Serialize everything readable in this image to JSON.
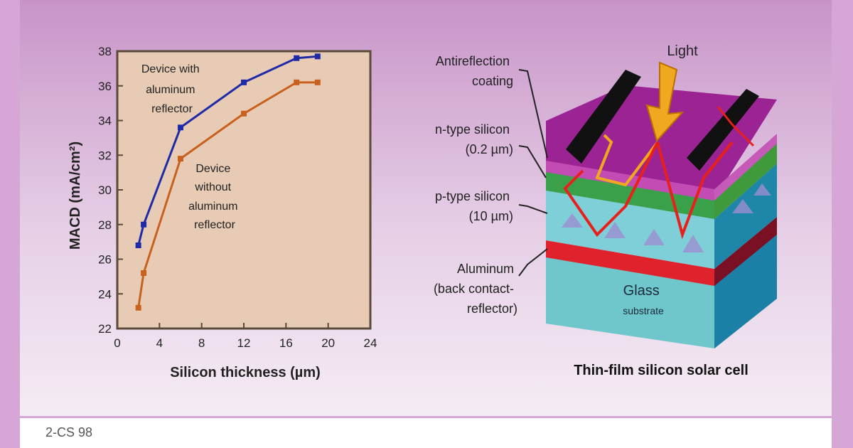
{
  "chart_data": {
    "type": "line",
    "xlabel": "Silicon thickness (µm)",
    "ylabel": "MACD (mA/cm²)",
    "xlim": [
      0,
      24
    ],
    "ylim": [
      22,
      38
    ],
    "xticks": [
      "0",
      "4",
      "8",
      "12",
      "16",
      "20",
      "24"
    ],
    "yticks": [
      "22",
      "24",
      "26",
      "28",
      "30",
      "32",
      "34",
      "36",
      "38"
    ],
    "series": [
      {
        "name": "Device with aluminum reflector",
        "color": "#1f2aa8",
        "x": [
          2,
          2.5,
          6,
          12,
          17,
          19
        ],
        "y": [
          26.8,
          28.0,
          33.6,
          36.2,
          37.6,
          37.7
        ]
      },
      {
        "name": "Device without aluminum reflector",
        "color": "#c8601e",
        "x": [
          2,
          2.5,
          6,
          12,
          17,
          19
        ],
        "y": [
          23.2,
          25.2,
          31.8,
          34.4,
          36.2,
          36.2
        ]
      }
    ],
    "annotations": [
      {
        "lines": [
          "Device with",
          "aluminum",
          "reflector"
        ]
      },
      {
        "lines": [
          "Device",
          "without",
          "aluminum",
          "reflector"
        ]
      }
    ],
    "plot_background": "#e8cbb4"
  },
  "diagram": {
    "title": "Thin-film silicon solar cell",
    "light_label": "Light",
    "labels": [
      {
        "lines": [
          "Antireflection",
          "coating"
        ]
      },
      {
        "lines": [
          "n-type silicon",
          "(0.2 µm)"
        ]
      },
      {
        "lines": [
          "p-type silicon",
          "(10 µm)"
        ]
      },
      {
        "lines": [
          "Aluminum",
          "(back contact-",
          "reflector)"
        ]
      }
    ],
    "glass_label": [
      "Glass",
      "substrate"
    ]
  },
  "footer": {
    "text": "2-CS 98"
  }
}
